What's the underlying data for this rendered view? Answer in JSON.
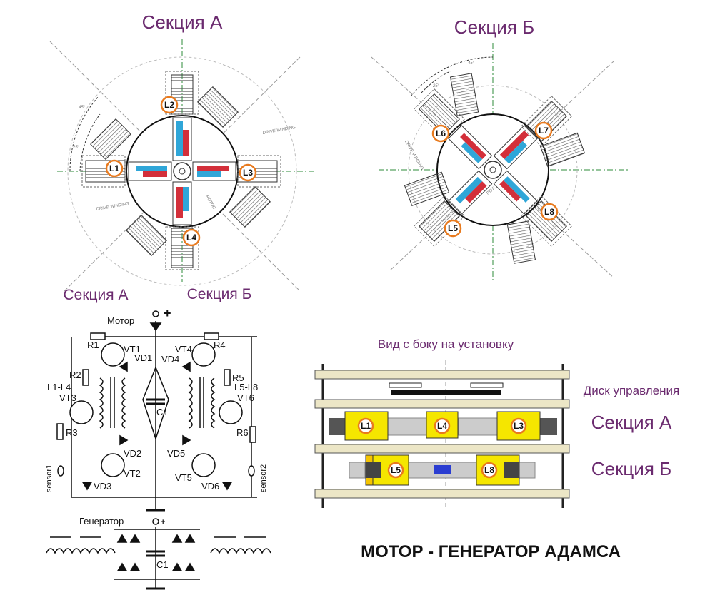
{
  "top_left": {
    "title": "Секция А",
    "coils": [
      "L1",
      "L2",
      "L3",
      "L4"
    ],
    "angle_45": "45°",
    "angle_25": "25°",
    "drive_winding": "DRIVE WINDING",
    "rotor": "ROTOR"
  },
  "top_right": {
    "title": "Секция Б",
    "coils": [
      "L5",
      "L6",
      "L7",
      "L8"
    ],
    "angle_45": "45°",
    "angle_25": "25°",
    "drive_winding": "DRIVE WINDING",
    "rotor": "ROTOR"
  },
  "circuit": {
    "section_a": "Секция А",
    "section_b": "Секция Б",
    "motor": "Мотор",
    "plus": "+",
    "coils_left": "L1-L4",
    "coils_right": "L5-L8",
    "labels": [
      "R1",
      "R2",
      "R3",
      "R4",
      "R5",
      "R6",
      "VT1",
      "VT2",
      "VT3",
      "VT4",
      "VT5",
      "VT6",
      "VD1",
      "VD2",
      "VD3",
      "VD4",
      "VD5",
      "VD6",
      "C1",
      "sensor1",
      "sensor2"
    ],
    "generator": "Генератор",
    "c1_gen": "C1"
  },
  "side_view": {
    "title": "Вид с боку на установку",
    "disk": "Диск управления",
    "section_a": "Секция А",
    "section_b": "Секция Б",
    "coils_a": [
      "L1",
      "L4",
      "L3"
    ],
    "coils_b": [
      "L5",
      "L8"
    ]
  },
  "main_title": "МОТОР - ГЕНЕРАТОР АДАМСА",
  "colors": {
    "label_purple": "#6b2b6f",
    "coil_yellow": "#f5e600",
    "coil_ring": "#e87a1e",
    "magnet_red": "#d32f3a",
    "magnet_blue": "#2fa6d8",
    "rail_beige": "#ece6c6"
  }
}
